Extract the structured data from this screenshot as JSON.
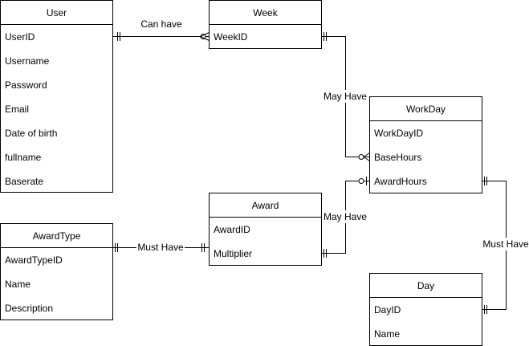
{
  "entities": {
    "user": {
      "title": "User",
      "fields": [
        "UserID",
        "Username",
        "Password",
        "Email",
        "Date of birth",
        "fullname",
        "Baserate"
      ]
    },
    "week": {
      "title": "Week",
      "fields": [
        "WeekID"
      ]
    },
    "workday": {
      "title": "WorkDay",
      "fields": [
        "WorkDayID",
        "BaseHours",
        "AwardHours"
      ]
    },
    "award": {
      "title": "Award",
      "fields": [
        "AwardID",
        "Multiplier"
      ]
    },
    "awardtype": {
      "title": "AwardType",
      "fields": [
        "AwardTypeID",
        "Name",
        "Description"
      ]
    },
    "day": {
      "title": "Day",
      "fields": [
        "DayID",
        "Name"
      ]
    }
  },
  "relationships": {
    "user_week": "Can have",
    "week_workday": "May Have",
    "award_workday": "May Have",
    "awardtype_award": "Must Have",
    "workday_day": "Must Have"
  },
  "colors": {
    "line": "#000000",
    "background": "#ffffff"
  }
}
